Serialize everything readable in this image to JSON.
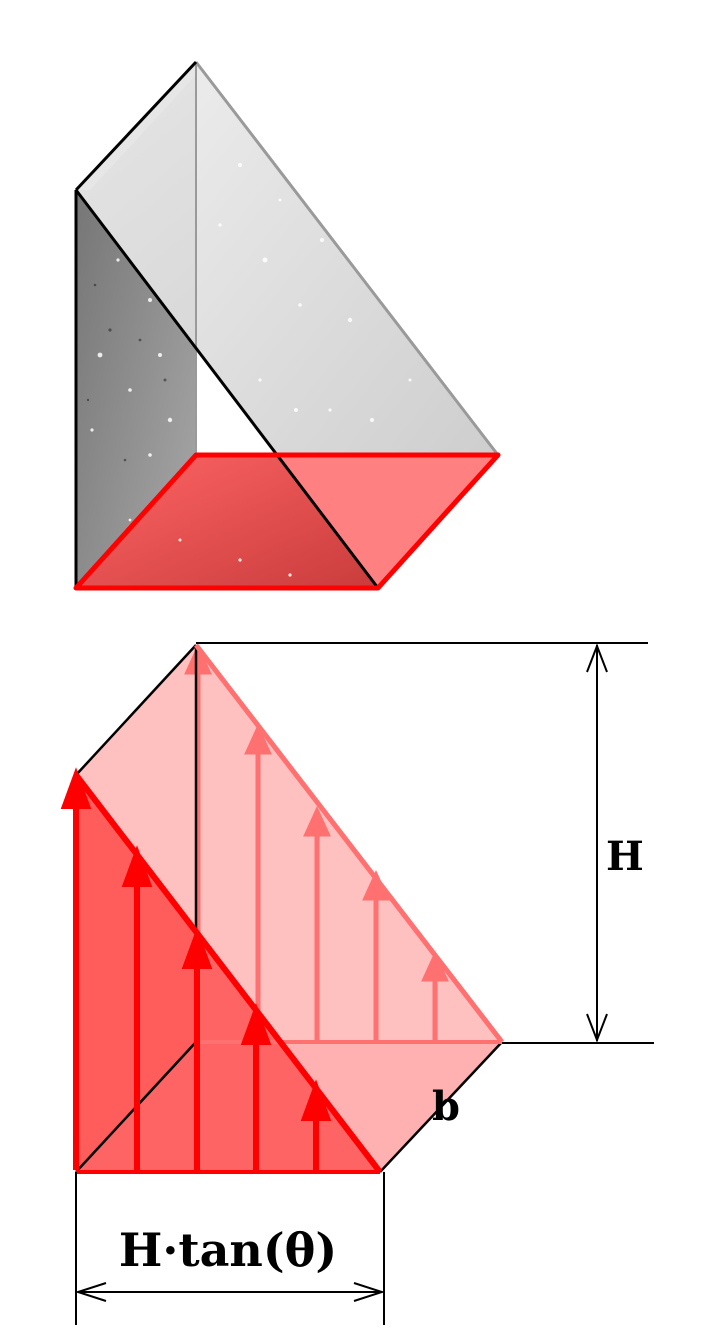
{
  "labels": {
    "height": "H",
    "depth": "b",
    "base_width": "H·tan(θ)"
  },
  "colors": {
    "red": "#ff0000",
    "pink_light": "#ffc0c0",
    "pink_mid": "#ff8080",
    "outline": "#000000",
    "concrete_dark": "#7a7a7a",
    "concrete_light": "#e0e0e0"
  }
}
